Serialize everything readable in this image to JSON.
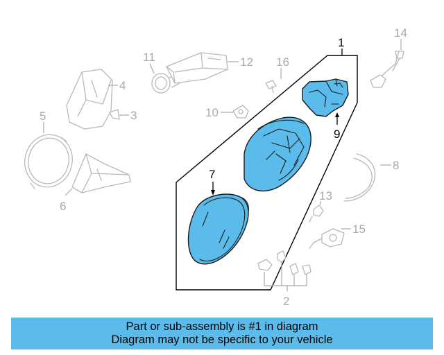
{
  "diagram": {
    "callouts": {
      "c1": "1",
      "c2": "2",
      "c3": "3",
      "c4": "4",
      "c5": "5",
      "c6": "6",
      "c7": "7",
      "c8": "8",
      "c9": "9",
      "c10": "10",
      "c11": "11",
      "c12": "12",
      "c13": "13",
      "c14": "14",
      "c15": "15",
      "c16": "16"
    },
    "colors": {
      "highlight": "#5bbcec",
      "ghost_line": "#b8b8b8",
      "ghost_text": "#a9a9a9",
      "outline": "#000000"
    }
  },
  "banner": {
    "line1": "Part or sub-assembly is #1 in diagram",
    "line2": "Diagram may not be specific to your vehicle"
  }
}
